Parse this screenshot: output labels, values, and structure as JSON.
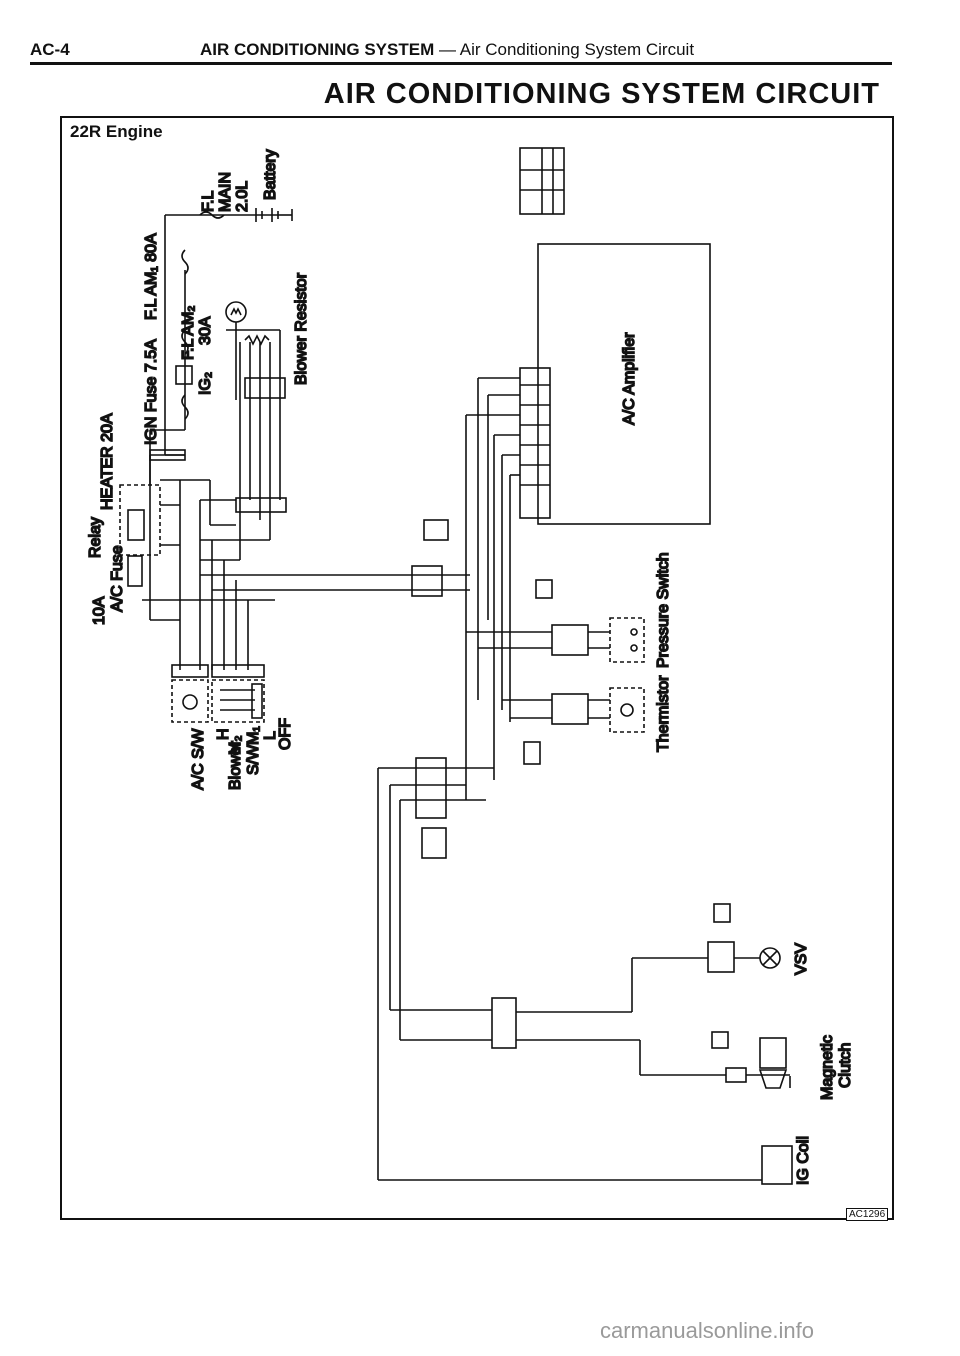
{
  "header": {
    "page_no": "AC-4",
    "section_bold": "AIR CONDITIONING SYSTEM",
    "section_sub": " — Air Conditioning System Circuit"
  },
  "title": "AIR CONDITIONING SYSTEM CIRCUIT",
  "engine": "22R Engine",
  "labels": {
    "fl_main": "F.L",
    "fl_main2": "MAIN",
    "fl_main3": "2.0L",
    "battery": "Battery",
    "fl_am": "F.L AM₁ 80A",
    "fl_am2": "F.L AM₂",
    "fl_am2_amp": "30A",
    "ig2": "IG₂",
    "ign_fuse": "IGN Fuse 7.5A",
    "heater": "HEATER 20A",
    "relay": "Relay",
    "ac_fuse": "A/C Fuse",
    "ac_fuse_amp": "10A",
    "blower_resistor": "Blower Resistor",
    "ac_amplifier": "A/C Amplifier",
    "pressure_switch": "Pressure Switch",
    "thermistor": "Thermistor",
    "ac_sw": "A/C S/W",
    "blower_sw": "Blower",
    "blower_sw2": "S/W",
    "sw_h": "H",
    "sw_m2": "M₂",
    "sw_m1": "M₁",
    "sw_l": "L",
    "sw_off": "OFF",
    "vsv": "VSV",
    "magnetic": "Magnetic",
    "clutch": "Clutch",
    "ig_coil": "IG Coil"
  },
  "figure_no": "AC1296",
  "watermark": "carmanualsonline.info"
}
